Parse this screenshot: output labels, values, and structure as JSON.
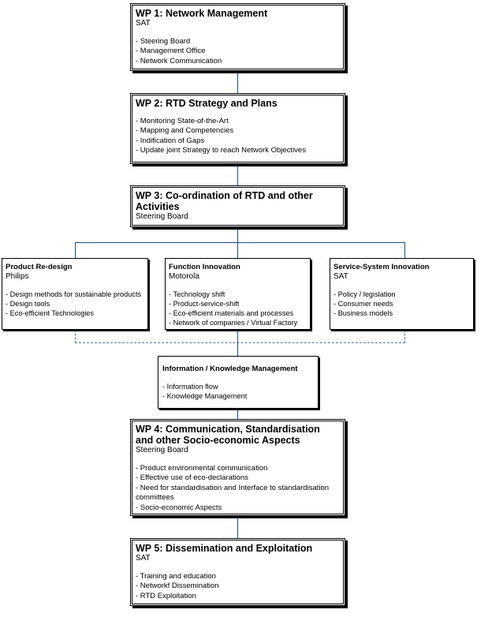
{
  "wp1": {
    "title": "WP 1: Network Management",
    "lead": "SAT",
    "items": [
      "- Steering Board",
      "- Management Office",
      "- Network Communication"
    ]
  },
  "wp2": {
    "title": "WP 2: RTD Strategy and Plans",
    "items": [
      "- Monitoring State-of-the-Art",
      "- Mapping and Competencies",
      "- Indification of Gaps",
      "- Update joint Strategy to reach Network Objectives"
    ]
  },
  "wp3": {
    "title": "WP 3: Co-ordination of RTD and other Activities",
    "lead": "Steering Board"
  },
  "branches": [
    {
      "title": "Product Re-design",
      "lead": "Philips",
      "items": [
        "- Design methods for sustainable products",
        "- Design tools",
        "- Eco-efficient Technologies"
      ]
    },
    {
      "title": "Function Innovation",
      "lead": "Motorola",
      "items": [
        "- Technology shift",
        "- Product-service-shift",
        "- Eco-efficient materials and processes",
        "- Network of companies / Virtual Factory"
      ]
    },
    {
      "title": "Service-System Innovation",
      "lead": "SAT",
      "items": [
        "- Policy / legislation",
        "- Consumer needs",
        "- Business models"
      ]
    }
  ],
  "info": {
    "title": "Information / Knowledge Management",
    "items": [
      "- Information flow",
      "- Knowledge Management"
    ]
  },
  "wp4": {
    "title": "WP 4: Communication, Standardisation and other Socio-economic Aspects",
    "lead": "Steering Board",
    "items": [
      "- Product environmental communication",
      "- Effective use of eco-declarations",
      "- Need for standardisation and Interface to standardisation committees",
      "- Socio-economic Aspects"
    ]
  },
  "wp5": {
    "title": "WP 5: Dissemination and Exploitation",
    "lead": "SAT",
    "items": [
      "- Training and education",
      "- Networkf Dissemination",
      "- RTD Exploitation"
    ]
  }
}
